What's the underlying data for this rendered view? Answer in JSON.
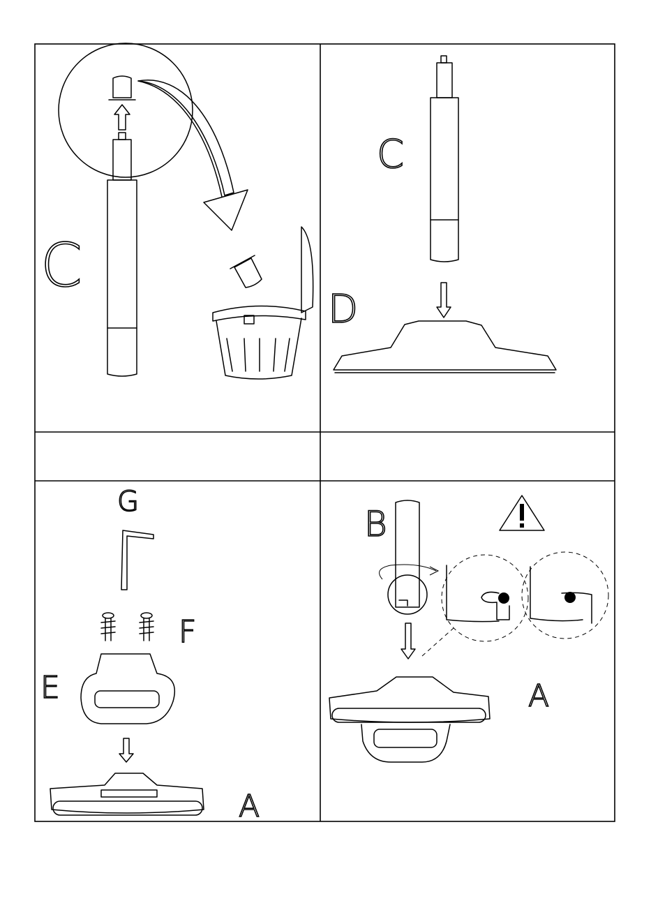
{
  "labels": {
    "panel1_part": "C",
    "panel2_part_top": "C",
    "panel2_part_base": "D",
    "panel3_tool": "G",
    "panel3_screws": "F",
    "panel3_handle": "E",
    "panel3_base": "A",
    "panel4_tube": "B",
    "panel4_base": "A"
  },
  "icons": [
    "magnifier-circle",
    "curved-arrow",
    "trash-bin",
    "down-arrow",
    "allen-key",
    "screw",
    "warning-triangle",
    "detail-magnifier"
  ],
  "colors": {
    "ink": "#000000",
    "paper": "#ffffff"
  }
}
